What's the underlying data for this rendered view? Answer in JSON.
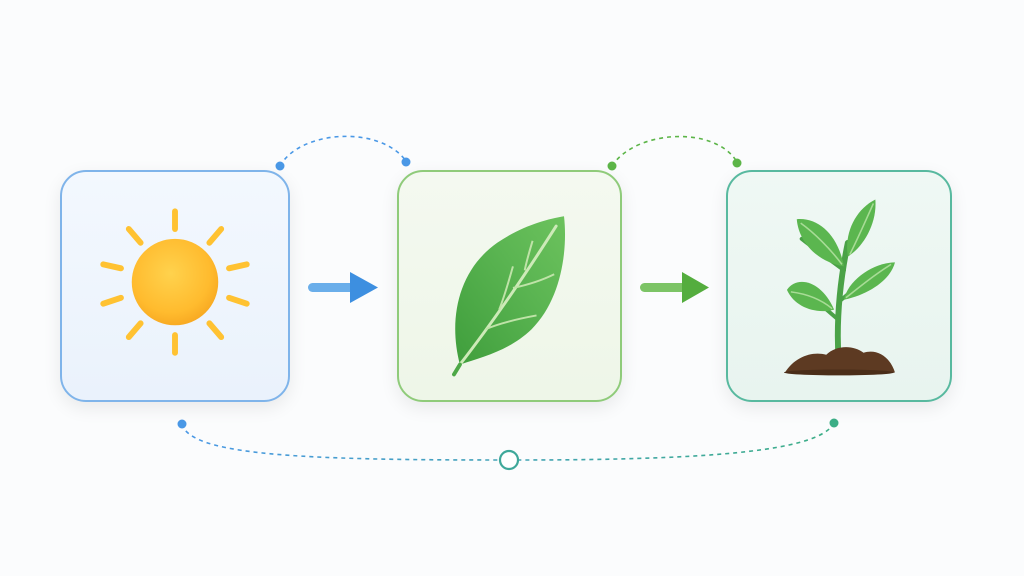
{
  "stages": [
    {
      "id": "sun",
      "icon": "sun-icon",
      "accent": "#5a9fe0",
      "fill": "#eef5fd"
    },
    {
      "id": "leaf",
      "icon": "leaf-icon",
      "accent": "#7cc26a",
      "fill": "#f1f8ec"
    },
    {
      "id": "plant",
      "icon": "sprout-icon",
      "accent": "#46b59a",
      "fill": "#ecf7f3"
    }
  ],
  "arrows": [
    {
      "from": "sun",
      "to": "leaf",
      "color": "#4a98e6"
    },
    {
      "from": "leaf",
      "to": "plant",
      "color": "#5cb548"
    }
  ],
  "connectors": {
    "top_left_color": "#4a98e6",
    "top_right_color": "#5cb548",
    "bottom_loop_color": "#3fa0b0"
  }
}
